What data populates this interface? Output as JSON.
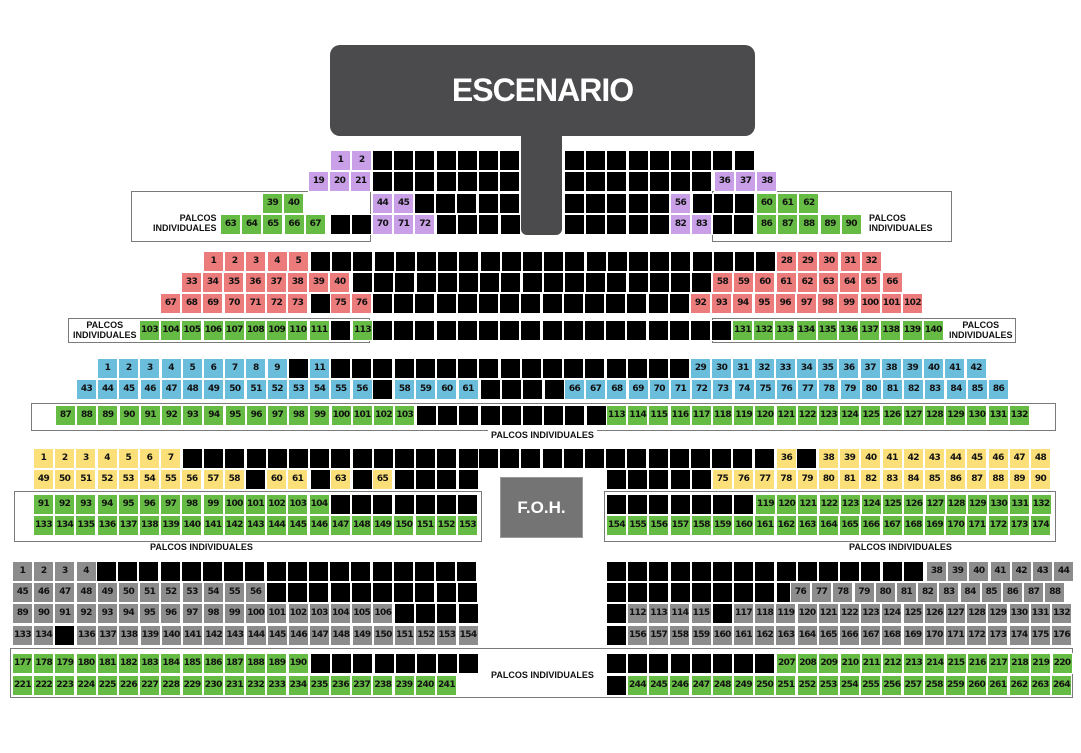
{
  "stage": {
    "label": "ESCENARIO"
  },
  "foh": {
    "label": "F.O.H."
  },
  "palcos_label": {
    "line1": "PALCOS",
    "line2": "INDIVIDUALES",
    "single": "PALCOS INDIVIDUALES"
  },
  "colors": {
    "purple": "#c9a0e8",
    "green": "#66bb44",
    "pink": "#ec7b7b",
    "blue": "#6bbddc",
    "yellow": "#fbe07a",
    "gray": "#8c8c8c",
    "black": "#000000"
  },
  "seat_rows": [
    {
      "start": 330,
      "row": 0,
      "color": "purple",
      "seats": [
        "1",
        "2"
      ]
    },
    {
      "start": 308,
      "row": 1,
      "color": "purple",
      "seats": [
        "19",
        "20",
        "21"
      ]
    },
    {
      "start": 714,
      "row": 1,
      "color": "purple",
      "seats": [
        "36",
        "37",
        "38"
      ]
    },
    {
      "start": 262,
      "row": 2,
      "color": "green",
      "seats": [
        "39",
        "40"
      ]
    },
    {
      "start": 372,
      "row": 2,
      "color": "purple",
      "seats": [
        "44",
        "45"
      ]
    },
    {
      "start": 670,
      "row": 2,
      "color": "purple",
      "seats": [
        "56"
      ]
    },
    {
      "start": 756,
      "row": 2,
      "color": "green",
      "seats": [
        "60",
        "61",
        "62"
      ]
    },
    {
      "start": 220,
      "row": 3,
      "color": "green",
      "seats": [
        "63",
        "64",
        "65",
        "66",
        "67"
      ]
    },
    {
      "start": 372,
      "row": 3,
      "color": "purple",
      "seats": [
        "70",
        "71",
        "72"
      ]
    },
    {
      "start": 670,
      "row": 3,
      "color": "purple",
      "seats": [
        "82",
        "83"
      ]
    },
    {
      "start": 756,
      "row": 3,
      "color": "green",
      "seats": [
        "86",
        "87",
        "88",
        "89",
        "90"
      ]
    },
    {
      "start": 203,
      "row": 4,
      "color": "pink",
      "seats": [
        "1",
        "2",
        "3",
        "4",
        "5"
      ]
    },
    {
      "start": 776,
      "row": 4,
      "color": "pink",
      "seats": [
        "28",
        "29",
        "30",
        "31",
        "32"
      ]
    },
    {
      "start": 181,
      "row": 5,
      "color": "pink",
      "seats": [
        "33",
        "34",
        "35",
        "36",
        "37",
        "38",
        "39",
        "40"
      ]
    },
    {
      "start": 712,
      "row": 5,
      "color": "pink",
      "seats": [
        "58",
        "59",
        "60",
        "61",
        "62",
        "63",
        "64",
        "65",
        "66"
      ]
    },
    {
      "start": 160,
      "row": 6,
      "color": "pink",
      "seats": [
        "67",
        "68",
        "69",
        "70",
        "71",
        "72",
        "73"
      ]
    },
    {
      "start": 330,
      "row": 6,
      "color": "pink",
      "seats": [
        "75",
        "76"
      ]
    },
    {
      "start": 690,
      "row": 6,
      "color": "pink",
      "seats": [
        "92",
        "93",
        "94",
        "95",
        "96",
        "97",
        "98",
        "99",
        "100",
        "101",
        "102"
      ]
    },
    {
      "start": 139,
      "row": 7,
      "color": "green",
      "seats": [
        "103",
        "104",
        "105",
        "106",
        "107",
        "108",
        "109",
        "110",
        "111"
      ]
    },
    {
      "start": 352,
      "row": 7,
      "color": "green",
      "seats": [
        "113"
      ]
    },
    {
      "start": 732,
      "row": 7,
      "color": "green",
      "seats": [
        "131",
        "132",
        "133",
        "134",
        "135",
        "136",
        "137",
        "138",
        "139",
        "140"
      ]
    },
    {
      "start": 97,
      "row": 8,
      "color": "blue",
      "seats": [
        "1",
        "2",
        "3",
        "4",
        "5",
        "6",
        "7",
        "8",
        "9"
      ]
    },
    {
      "start": 309,
      "row": 8,
      "color": "blue",
      "seats": [
        "11"
      ]
    },
    {
      "start": 690,
      "row": 8,
      "color": "blue",
      "seats": [
        "29",
        "30",
        "31",
        "32",
        "33",
        "34",
        "35",
        "36",
        "37",
        "38",
        "39",
        "40",
        "41",
        "42"
      ]
    },
    {
      "start": 76,
      "row": 9,
      "color": "blue",
      "seats": [
        "43",
        "44",
        "45",
        "46",
        "47",
        "48",
        "49",
        "50",
        "51",
        "52",
        "53",
        "54",
        "55",
        "56"
      ]
    },
    {
      "start": 394,
      "row": 9,
      "color": "blue",
      "seats": [
        "58",
        "59",
        "60",
        "61"
      ]
    },
    {
      "start": 564,
      "row": 9,
      "color": "blue",
      "seats": [
        "66",
        "67",
        "68",
        "69",
        "70",
        "71",
        "72",
        "73",
        "74",
        "75",
        "76",
        "77",
        "78",
        "79",
        "80",
        "81",
        "82",
        "83",
        "84",
        "85",
        "86"
      ]
    },
    {
      "start": 55,
      "row": 10,
      "color": "green",
      "seats": [
        "87",
        "88",
        "89",
        "90",
        "91",
        "92",
        "93",
        "94",
        "95",
        "96",
        "97",
        "98",
        "99",
        "100",
        "101",
        "102",
        "103"
      ]
    },
    {
      "start": 606,
      "row": 10,
      "color": "green",
      "seats": [
        "113",
        "114",
        "115",
        "116",
        "117",
        "118",
        "119",
        "120",
        "121",
        "122",
        "123",
        "124",
        "125",
        "126",
        "127",
        "128",
        "129",
        "130",
        "131",
        "132"
      ]
    },
    {
      "start": 33,
      "row": 11,
      "color": "yellow",
      "seats": [
        "1",
        "2",
        "3",
        "4",
        "5",
        "6",
        "7"
      ]
    },
    {
      "start": 776,
      "row": 11,
      "color": "yellow",
      "seats": [
        "36"
      ]
    },
    {
      "start": 818,
      "row": 11,
      "color": "yellow",
      "seats": [
        "38",
        "39",
        "40",
        "41",
        "42",
        "43",
        "44",
        "45",
        "46",
        "47",
        "48"
      ]
    },
    {
      "start": 33,
      "row": 12,
      "color": "yellow",
      "seats": [
        "49",
        "50",
        "51",
        "52",
        "53",
        "54",
        "55",
        "56",
        "57",
        "58"
      ]
    },
    {
      "start": 266,
      "row": 12,
      "color": "yellow",
      "seats": [
        "60",
        "61"
      ]
    },
    {
      "start": 330,
      "row": 12,
      "color": "yellow",
      "seats": [
        "63"
      ]
    },
    {
      "start": 372,
      "row": 12,
      "color": "yellow",
      "seats": [
        "65"
      ]
    },
    {
      "start": 712,
      "row": 12,
      "color": "yellow",
      "seats": [
        "75",
        "76",
        "77",
        "78",
        "79",
        "80",
        "81",
        "82",
        "83",
        "84",
        "85",
        "86",
        "87",
        "88",
        "89",
        "90"
      ]
    },
    {
      "start": 33,
      "row": 13,
      "color": "green",
      "seats": [
        "91",
        "92",
        "93",
        "94",
        "95",
        "96",
        "97",
        "98",
        "99",
        "100",
        "101",
        "102",
        "103",
        "104"
      ]
    },
    {
      "start": 755,
      "row": 13,
      "color": "green",
      "seats": [
        "119",
        "120",
        "121",
        "122",
        "123",
        "124",
        "125",
        "126",
        "127",
        "128",
        "129",
        "130",
        "131",
        "132"
      ]
    },
    {
      "start": 33,
      "row": 14,
      "color": "green",
      "seats": [
        "133",
        "134",
        "135",
        "136",
        "137",
        "138",
        "139",
        "140",
        "141",
        "142",
        "143",
        "144",
        "145",
        "146",
        "147",
        "148",
        "149",
        "150",
        "151",
        "152",
        "153"
      ]
    },
    {
      "start": 606,
      "row": 14,
      "color": "green",
      "seats": [
        "154",
        "155",
        "156",
        "157",
        "158",
        "159",
        "160",
        "161",
        "162",
        "163",
        "164",
        "165",
        "166",
        "167",
        "168",
        "169",
        "170",
        "171",
        "172",
        "173",
        "174"
      ]
    },
    {
      "start": 12,
      "row": 15,
      "color": "gray",
      "seats": [
        "1",
        "2",
        "3",
        "4"
      ]
    },
    {
      "start": 926,
      "row": 15,
      "color": "gray",
      "seats": [
        "38",
        "39",
        "40",
        "41",
        "42",
        "43",
        "44"
      ]
    },
    {
      "start": 12,
      "row": 16,
      "color": "gray",
      "seats": [
        "45",
        "46",
        "47",
        "48",
        "49",
        "50",
        "51",
        "52",
        "53",
        "54",
        "55",
        "56"
      ]
    },
    {
      "start": 790,
      "row": 16,
      "color": "gray",
      "seats": [
        "76",
        "77",
        "78",
        "79",
        "80",
        "81",
        "82",
        "83",
        "84",
        "85",
        "86",
        "87",
        "88"
      ]
    },
    {
      "start": 12,
      "row": 17,
      "color": "gray",
      "seats": [
        "89",
        "90",
        "91",
        "92",
        "93",
        "94",
        "95",
        "96",
        "97",
        "98",
        "99",
        "100",
        "101",
        "102",
        "103",
        "104",
        "105",
        "106"
      ]
    },
    {
      "start": 627,
      "row": 17,
      "color": "gray",
      "seats": [
        "112",
        "113",
        "114",
        "115"
      ]
    },
    {
      "start": 733,
      "row": 17,
      "color": "gray",
      "seats": [
        "117",
        "118",
        "119",
        "120",
        "121",
        "122",
        "123",
        "124",
        "125",
        "126",
        "127",
        "128",
        "129",
        "130",
        "131",
        "132"
      ]
    },
    {
      "start": 12,
      "row": 18,
      "color": "gray",
      "seats": [
        "133",
        "134"
      ]
    },
    {
      "start": 76,
      "row": 18,
      "color": "gray",
      "seats": [
        "136",
        "137",
        "138",
        "139",
        "140",
        "141",
        "142",
        "143",
        "144",
        "145",
        "146",
        "147",
        "148",
        "149",
        "150",
        "151",
        "152",
        "153",
        "154"
      ]
    },
    {
      "start": 627,
      "row": 18,
      "color": "gray",
      "seats": [
        "156",
        "157",
        "158",
        "159",
        "160",
        "161",
        "162",
        "163",
        "164",
        "165",
        "166",
        "167",
        "168",
        "169",
        "170",
        "171",
        "172",
        "173",
        "174",
        "175",
        "176"
      ]
    },
    {
      "start": 12,
      "row": 19,
      "color": "green",
      "seats": [
        "177",
        "178",
        "179",
        "180",
        "181",
        "182",
        "183",
        "184",
        "185",
        "186",
        "187",
        "188",
        "189",
        "190"
      ]
    },
    {
      "start": 776,
      "row": 19,
      "color": "green",
      "seats": [
        "207",
        "208",
        "209",
        "210",
        "211",
        "212",
        "213",
        "214",
        "215",
        "216",
        "217",
        "218",
        "219",
        "220"
      ]
    },
    {
      "start": 12,
      "row": 20,
      "color": "green",
      "seats": [
        "221",
        "222",
        "223",
        "224",
        "225",
        "226",
        "227",
        "228",
        "229",
        "230",
        "231",
        "232",
        "233",
        "234",
        "235",
        "236",
        "237",
        "238",
        "239",
        "240",
        "241"
      ]
    },
    {
      "start": 627,
      "row": 20,
      "color": "green",
      "seats": [
        "244",
        "245",
        "246",
        "247",
        "248",
        "249",
        "250",
        "251",
        "252",
        "253",
        "254",
        "255",
        "256",
        "257",
        "258",
        "259",
        "260",
        "261",
        "262",
        "263",
        "264"
      ]
    }
  ],
  "unavailable_blocks": [
    {
      "row": 0,
      "start": 372,
      "count": 7
    },
    {
      "row": 0,
      "start": 564,
      "count": 9
    },
    {
      "row": 1,
      "start": 372,
      "count": 7
    },
    {
      "row": 1,
      "start": 564,
      "count": 7
    },
    {
      "row": 2,
      "start": 414,
      "count": 5
    },
    {
      "row": 2,
      "start": 564,
      "count": 5
    },
    {
      "row": 2,
      "start": 692,
      "count": 3
    },
    {
      "row": 3,
      "start": 330,
      "count": 2
    },
    {
      "row": 3,
      "start": 436,
      "count": 4
    },
    {
      "row": 3,
      "start": 564,
      "count": 5
    },
    {
      "row": 3,
      "start": 712,
      "count": 2
    },
    {
      "row": 4,
      "start": 310,
      "count": 22
    },
    {
      "row": 5,
      "start": 352,
      "count": 17
    },
    {
      "row": 6,
      "start": 310,
      "count": 1
    },
    {
      "row": 6,
      "start": 372,
      "count": 15
    },
    {
      "row": 7,
      "start": 330,
      "count": 1
    },
    {
      "row": 7,
      "start": 372,
      "count": 17
    },
    {
      "row": 8,
      "start": 288,
      "count": 1
    },
    {
      "row": 8,
      "start": 330,
      "count": 17
    },
    {
      "row": 9,
      "start": 372,
      "count": 1
    },
    {
      "row": 9,
      "start": 480,
      "count": 4
    },
    {
      "row": 10,
      "start": 416,
      "count": 9
    },
    {
      "row": 11,
      "start": 182,
      "count": 14
    },
    {
      "row": 11,
      "start": 478,
      "count": 14
    },
    {
      "row": 11,
      "start": 796,
      "count": 1
    },
    {
      "row": 12,
      "start": 245,
      "count": 1
    },
    {
      "row": 12,
      "start": 310,
      "count": 1
    },
    {
      "row": 12,
      "start": 352,
      "count": 1
    },
    {
      "row": 12,
      "start": 394,
      "count": 4
    },
    {
      "row": 12,
      "start": 606,
      "count": 5
    },
    {
      "row": 13,
      "start": 330,
      "count": 7
    },
    {
      "row": 13,
      "start": 606,
      "count": 7
    },
    {
      "row": 15,
      "start": 96,
      "count": 18
    },
    {
      "row": 15,
      "start": 606,
      "count": 15
    },
    {
      "row": 16,
      "start": 266,
      "count": 10
    },
    {
      "row": 16,
      "start": 606,
      "count": 9
    },
    {
      "row": 17,
      "start": 394,
      "count": 4
    },
    {
      "row": 17,
      "start": 606,
      "count": 1
    },
    {
      "row": 17,
      "start": 712,
      "count": 1
    },
    {
      "row": 18,
      "start": 54,
      "count": 1
    },
    {
      "row": 18,
      "start": 606,
      "count": 1
    },
    {
      "row": 19,
      "start": 310,
      "count": 8
    },
    {
      "row": 19,
      "start": 606,
      "count": 8
    },
    {
      "row": 20,
      "start": 606,
      "count": 1
    }
  ]
}
